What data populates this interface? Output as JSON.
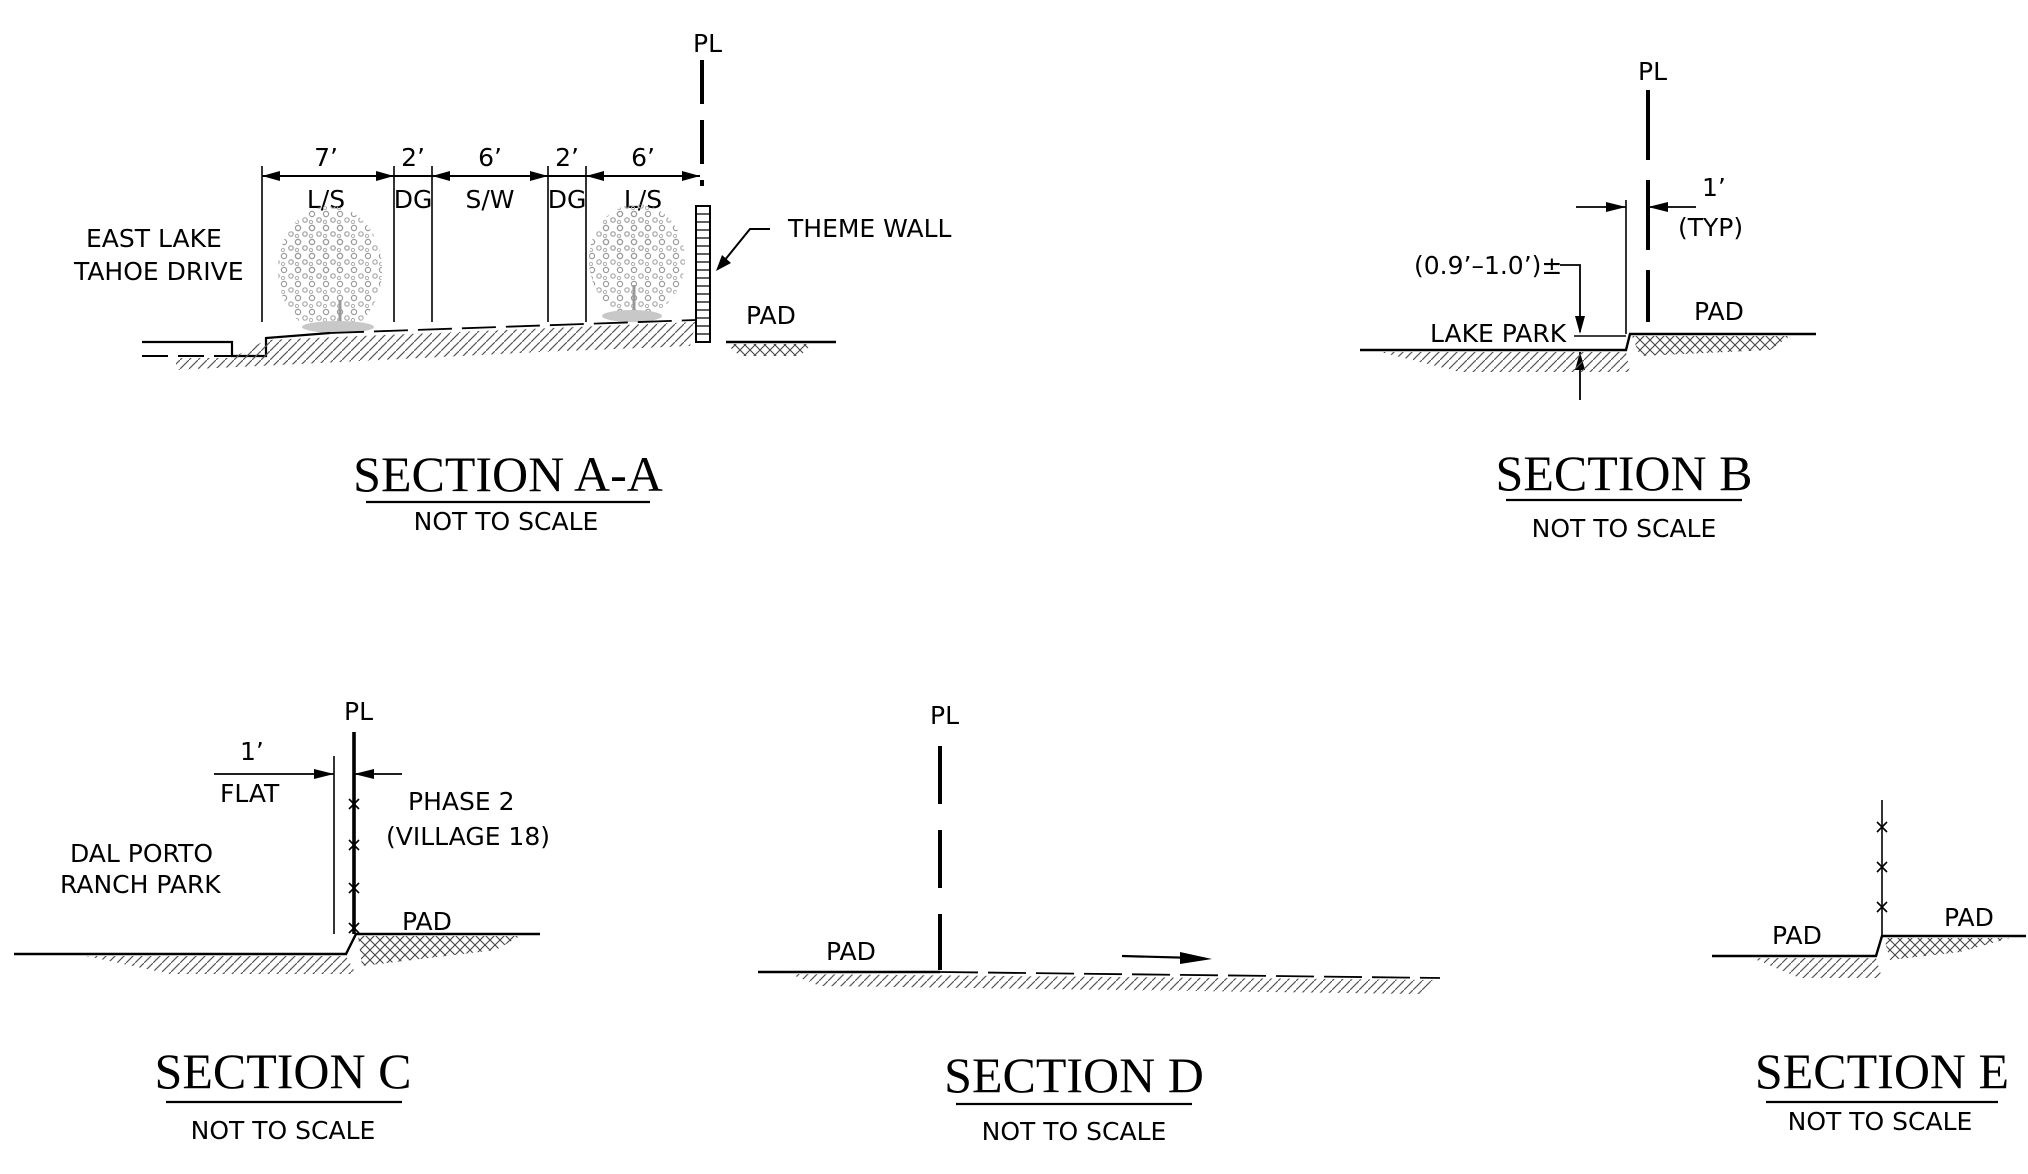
{
  "pl_symbol": "PL",
  "section_aa": {
    "title": "SECTION A-A",
    "subtitle": "NOT TO SCALE",
    "road_label_1": "EAST LAKE",
    "road_label_2": "TAHOE DRIVE",
    "dims": [
      {
        "value": "7’",
        "zone": "L/S"
      },
      {
        "value": "2’",
        "zone": "DG"
      },
      {
        "value": "6’",
        "zone": "S/W"
      },
      {
        "value": "2’",
        "zone": "DG"
      },
      {
        "value": "6’",
        "zone": "L/S"
      }
    ],
    "wall_label": "THEME WALL",
    "pad_label": "PAD"
  },
  "section_b": {
    "title": "SECTION B",
    "subtitle": "NOT TO SCALE",
    "dim_value": "1’",
    "dim_note": "(TYP)",
    "height_label": "(0.9’–1.0’)±",
    "left_label": "LAKE PARK",
    "pad_label": "PAD"
  },
  "section_c": {
    "title": "SECTION C",
    "subtitle": "NOT TO SCALE",
    "dim_value": "1’",
    "dim_note": "FLAT",
    "right_label_1": "PHASE 2",
    "right_label_2": "(VILLAGE 18)",
    "left_label_1": "DAL PORTO",
    "left_label_2": "RANCH PARK",
    "pad_label": "PAD"
  },
  "section_d": {
    "title": "SECTION D",
    "subtitle": "NOT TO SCALE",
    "pad_label": "PAD"
  },
  "section_e": {
    "title": "SECTION E",
    "subtitle": "NOT TO SCALE",
    "pad_left": "PAD",
    "pad_right": "PAD"
  }
}
